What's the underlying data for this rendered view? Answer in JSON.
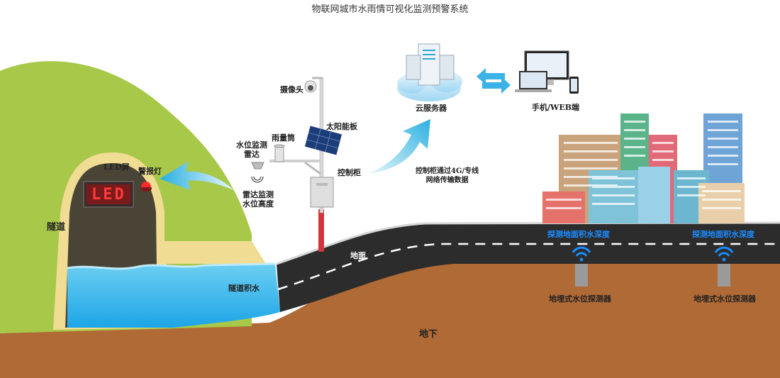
{
  "title": "物联网城市水雨情可视化监测预警系统",
  "labels": {
    "camera": "摄像头",
    "solar_panel": "太阳能板",
    "rain_gauge": "雨量筒",
    "water_level_radar": "水位监测\n雷达",
    "control_cabinet": "控制柜",
    "radar_monitoring": "雷达监测\n水位高度",
    "led_screen": "LED屏",
    "alarm_light": "警报灯",
    "tunnel": "隧道",
    "tunnel_water": "隧道积水",
    "road_surface": "地面",
    "underground": "地下",
    "cloud_server": "云服务器",
    "client": "手机/WEB端",
    "transmission": "控制柜通过4G/专线\n网络传输数据",
    "surface_water_detect_1": "探测地面积水深度",
    "surface_water_detect_2": "探测地面积水深度",
    "buried_detector_1": "地埋式水位探测器",
    "buried_detector_2": "地埋式水位探测器"
  },
  "led_text": "LED"
}
